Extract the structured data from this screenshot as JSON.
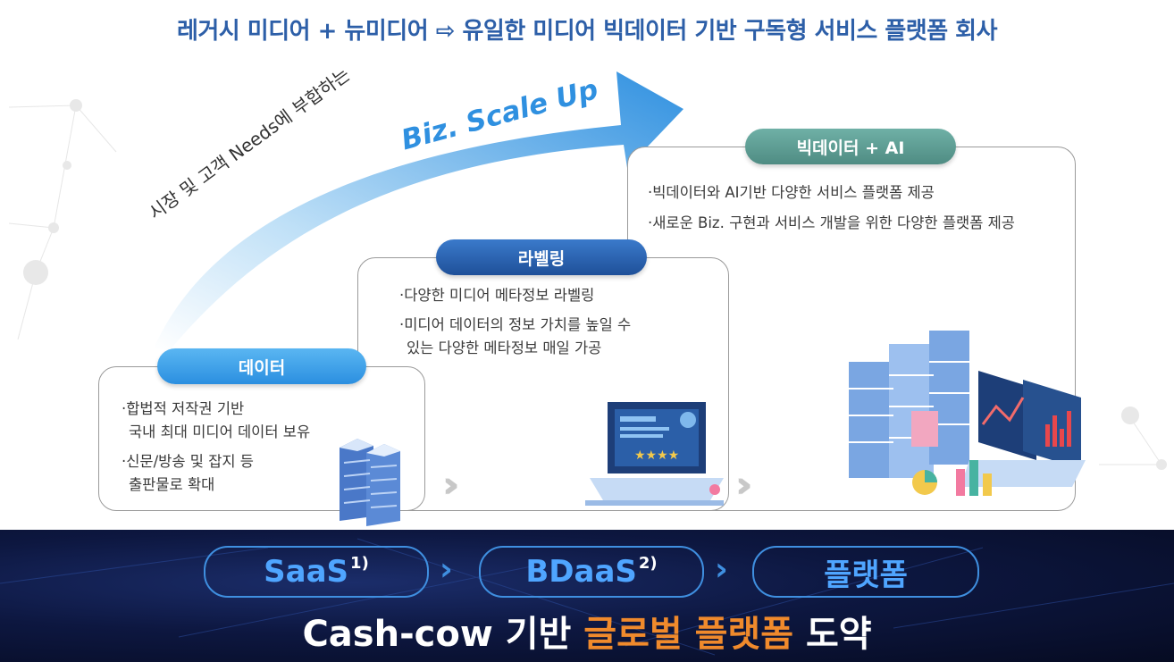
{
  "header": {
    "title": "레거시 미디어 + 뉴미디어 ⇨ 유일한 미디어 빅데이터 기반 구독형 서비스 플랫폼 회사"
  },
  "arrow": {
    "text_prefix": "시장 및 고객 Needs에 부합하는",
    "text_highlight": "Biz. Scale Up"
  },
  "stages": [
    {
      "label": "데이터",
      "bullets": [
        {
          "line1": "·합법적 저작권 기반",
          "line2": "국내 최대 미디어 데이터 보유"
        },
        {
          "line1": "·신문/방송 및 잡지 등",
          "line2": "출판물로 확대"
        }
      ]
    },
    {
      "label": "라벨링",
      "bullets": [
        {
          "line1": "·다양한 미디어 메타정보 라벨링",
          "line2": ""
        },
        {
          "line1": "·미디어 데이터의 정보 가치를 높일 수",
          "line2": "있는 다양한 메타정보 매일 가공"
        }
      ]
    },
    {
      "label": "빅데이터 + AI",
      "bullets": [
        {
          "line1": "·빅데이터와 AI기반 다양한 서비스 플랫폼 제공",
          "line2": ""
        },
        {
          "line1": "·새로운 Biz. 구현과 서비스 개발을 위한 다양한 플랫폼 제공",
          "line2": ""
        }
      ]
    }
  ],
  "banner": {
    "steps": [
      {
        "label": "SaaS",
        "sup": "1)"
      },
      {
        "label": "BDaaS",
        "sup": "2)"
      },
      {
        "label": "플랫폼",
        "sup": ""
      }
    ],
    "bottom_prefix": "Cash-cow 기반",
    "bottom_highlight": "글로벌 플랫폼",
    "bottom_suffix": "도약"
  },
  "colors": {
    "title": "#2d5fa8",
    "stage1_pill": "#3aa0ea",
    "stage2_pill": "#2a62b0",
    "stage3_pill": "#5f9e94",
    "banner_accent": "#3f8fe0",
    "highlight_orange": "#f08a2c"
  }
}
